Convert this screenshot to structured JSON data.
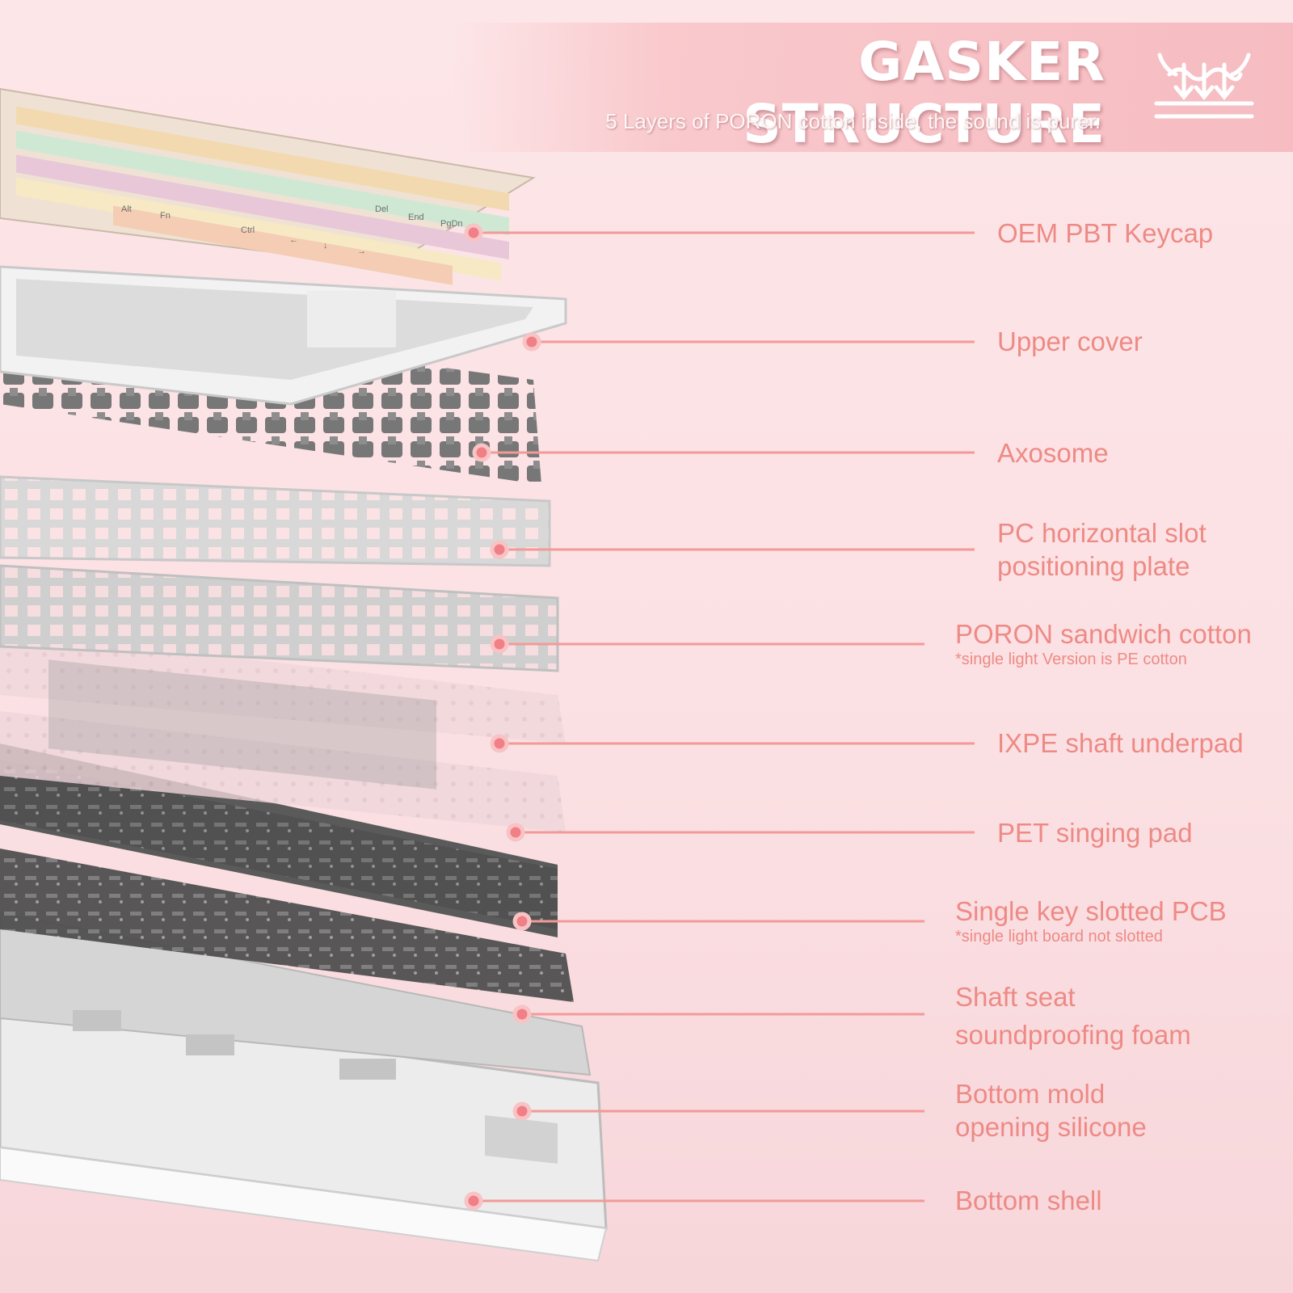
{
  "header": {
    "title": "GASKER STRUCTURE",
    "subtitle": "5 Layers of PORON cotton inside, the sound is purer.",
    "logo_icon": "sound-wave-layers-icon"
  },
  "keycap_legends": [
    "Alt",
    "Fn",
    "Ctrl",
    "Del",
    "End",
    "PgDn",
    "←",
    "↓",
    "→"
  ],
  "layers": [
    {
      "label": "OEM PBT Keycap"
    },
    {
      "label": "Upper cover"
    },
    {
      "label": "Axosome"
    },
    {
      "label": "PC horizontal slot",
      "label2": "positioning plate"
    },
    {
      "label": "PORON sandwich cotton",
      "note": "*single light Version is PE cotton"
    },
    {
      "label": "IXPE shaft underpad"
    },
    {
      "label": "PET singing pad"
    },
    {
      "label": "Single key slotted PCB",
      "note": "*single light board not slotted"
    },
    {
      "label": "Shaft seat",
      "label2": "soundproofing foam"
    },
    {
      "label": "Bottom mold",
      "label2": "opening silicone"
    },
    {
      "label": "Bottom shell"
    }
  ],
  "colors": {
    "accent": "#ee8a85",
    "line": "#f29a98",
    "dot": "#f07f86",
    "background": "#fbe0e3"
  }
}
